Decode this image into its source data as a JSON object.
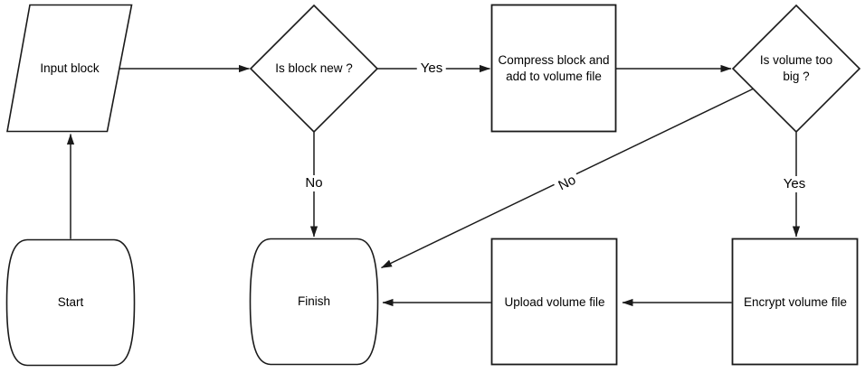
{
  "diagram": {
    "background_color": "#ffffff",
    "stroke_color": "#1a1a1a",
    "text_color": "#000000",
    "nodes": [
      {
        "id": "start",
        "shape": "terminator",
        "label": "Start"
      },
      {
        "id": "input-block",
        "shape": "parallelogram",
        "label": "Input block"
      },
      {
        "id": "is-block-new",
        "shape": "decision-diamond",
        "label": "Is block new ?"
      },
      {
        "id": "compress-block",
        "shape": "process-rectangle",
        "label": "Compress block and add to volume file"
      },
      {
        "id": "is-volume-too-big",
        "shape": "decision-diamond",
        "label": "Is volume too big ?"
      },
      {
        "id": "encrypt-volume-file",
        "shape": "process-rectangle",
        "label": "Encrypt volume file"
      },
      {
        "id": "upload-volume-file",
        "shape": "process-rectangle",
        "label": "Upload volume file"
      },
      {
        "id": "finish",
        "shape": "terminator",
        "label": "Finish"
      }
    ],
    "edges": [
      {
        "from": "start",
        "to": "input-block",
        "label": ""
      },
      {
        "from": "input-block",
        "to": "is-block-new",
        "label": ""
      },
      {
        "from": "is-block-new",
        "to": "compress-block",
        "label": "Yes"
      },
      {
        "from": "compress-block",
        "to": "is-volume-too-big",
        "label": ""
      },
      {
        "from": "is-block-new",
        "to": "finish",
        "label": "No"
      },
      {
        "from": "is-volume-too-big",
        "to": "finish",
        "label": "No"
      },
      {
        "from": "is-volume-too-big",
        "to": "encrypt-volume-file",
        "label": "Yes"
      },
      {
        "from": "encrypt-volume-file",
        "to": "upload-volume-file",
        "label": ""
      },
      {
        "from": "upload-volume-file",
        "to": "finish",
        "label": ""
      }
    ]
  }
}
